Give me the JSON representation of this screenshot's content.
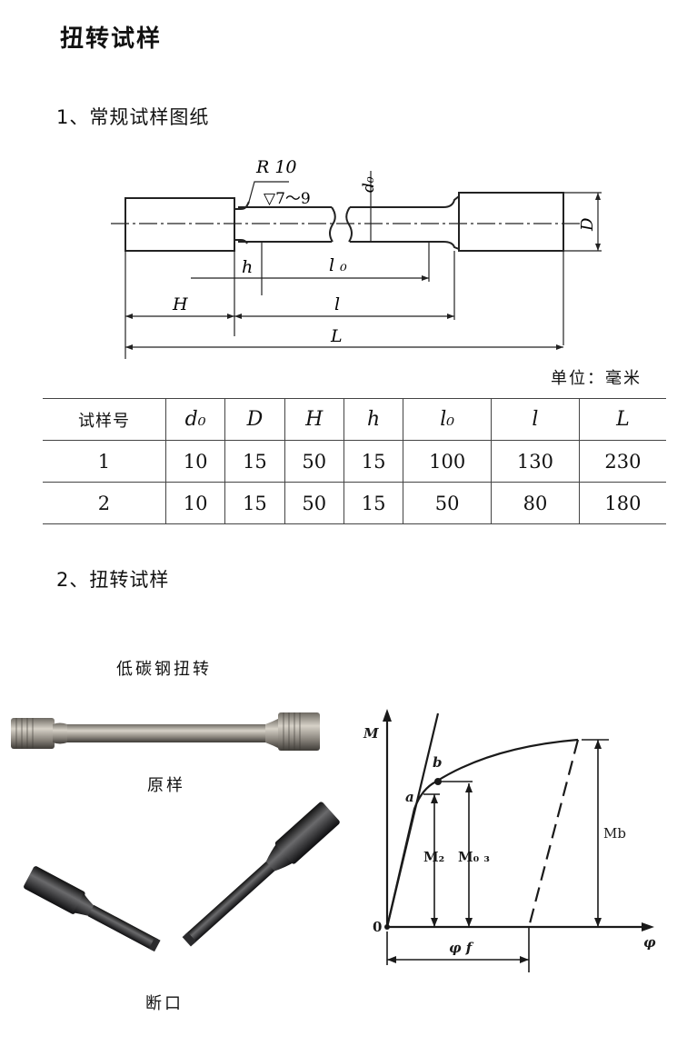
{
  "page_title": "扭转试样",
  "section1": {
    "heading": "1、常规试样图纸"
  },
  "drawing": {
    "labels": {
      "R": "R 10",
      "finish": "▽7～9",
      "d0": "d₀",
      "D": "D",
      "h": "h",
      "l0": "l ₀",
      "H": "H",
      "l": "l",
      "L": "L"
    }
  },
  "unit_label": "单位：毫米",
  "table": {
    "headers": [
      "试样号",
      "d₀",
      "D",
      "H",
      "h",
      "l₀",
      "l",
      "L"
    ],
    "rows": [
      [
        "1",
        "10",
        "15",
        "50",
        "15",
        "100",
        "130",
        "230"
      ],
      [
        "2",
        "10",
        "15",
        "50",
        "15",
        "50",
        "80",
        "180"
      ]
    ]
  },
  "section2": {
    "heading": "2、扭转试样",
    "photo_caption": "低碳钢扭转",
    "original_caption": "原样",
    "fracture_caption": "断口"
  },
  "graph": {
    "labels": {
      "M": "M",
      "b": "b",
      "a": "a",
      "Ms": "M₂",
      "M03": "M₀ ₃",
      "Mb": "Mb",
      "phi_f": "φ f",
      "origin": "0",
      "phi": "φ"
    }
  },
  "colors": {
    "text": "#111111",
    "steel_light": "#b9b3a8",
    "steel_dark": "#3a3a3c"
  }
}
